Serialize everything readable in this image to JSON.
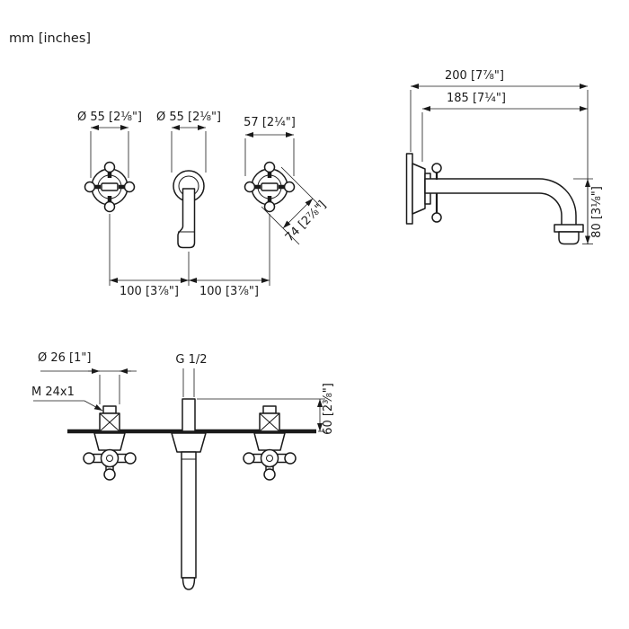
{
  "meta": {
    "units_label": "mm [inches]"
  },
  "front_view": {
    "dims": {
      "left_handle_dia": "Ø 55 [2⅛\"]",
      "spout_rosette_dia": "Ø 55 [2⅛\"]",
      "right_handle_width": "57 [2¼\"]",
      "handle_diagonal": "74 [2⅞\"]",
      "spacing_left": "100 [3⅞\"]",
      "spacing_right": "100 [3⅞\"]"
    }
  },
  "side_view": {
    "dims": {
      "total_projection": "200 [7⅞\"]",
      "spout_projection": "185 [7¼\"]",
      "drop_height": "80 [3⅛\"]"
    }
  },
  "plan_view": {
    "dims": {
      "rosette_dia": "Ø 26 [1\"]",
      "thread": "M 24x1",
      "connection": "G 1/2",
      "mounting_depth": "60 [2⅜\"]"
    }
  }
}
